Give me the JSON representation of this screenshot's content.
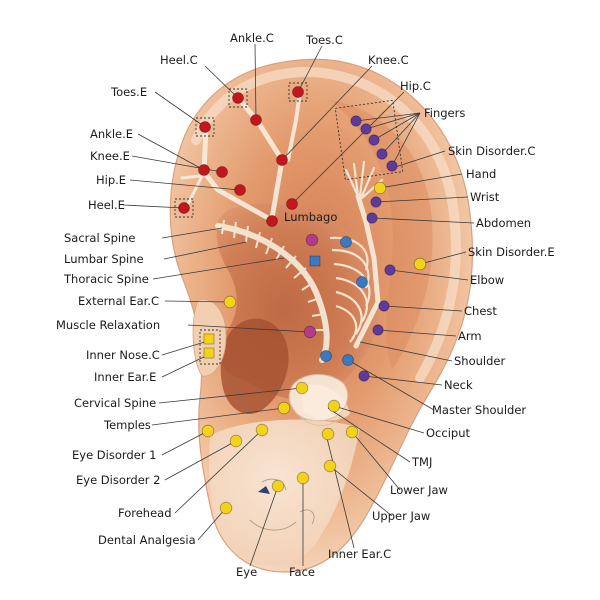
{
  "colors": {
    "heel_toes_dot": "#c4161c",
    "spine_dot_purple": "#b23a8a",
    "arm_dot_violet": "#5d3a9b",
    "blue_dot": "#3a79c4",
    "yellow_dot": "#f3d21a",
    "skin_outer": "#f6dcc3",
    "skin_mid": "#e8a377",
    "skin_deep": "#c8714a"
  },
  "labels": {
    "ankle_c": "Ankle.C",
    "toes_c": "Toes.C",
    "heel_c": "Heel.C",
    "knee_c": "Knee.C",
    "toes_e": "Toes.E",
    "hip_c": "Hip.C",
    "fingers": "Fingers",
    "ankle_e": "Ankle.E",
    "skin_disorder_c": "Skin Disorder.C",
    "knee_e": "Knee.E",
    "hand": "Hand",
    "hip_e": "Hip.E",
    "wrist": "Wrist",
    "heel_e": "Heel.E",
    "lumbago": "Lumbago",
    "abdomen": "Abdomen",
    "sacral_spine": "Sacral Spine",
    "skin_disorder_e": "Skin Disorder.E",
    "lumbar_spine": "Lumbar Spine",
    "thoracic_spine": "Thoracic Spine",
    "elbow": "Elbow",
    "external_ear_c": "External Ear.C",
    "chest": "Chest",
    "muscle_relaxation": "Muscle Relaxation",
    "arm": "Arm",
    "inner_nose_c": "Inner Nose.C",
    "shoulder": "Shoulder",
    "inner_ear_e": "Inner Ear.E",
    "neck": "Neck",
    "cervical_spine": "Cervical Spine",
    "master_shoulder": "Master Shoulder",
    "temples": "Temples",
    "occiput": "Occiput",
    "eye_disorder_1": "Eye Disorder 1",
    "tmj": "TMJ",
    "eye_disorder_2": "Eye Disorder 2",
    "lower_jaw": "Lower Jaw",
    "forehead": "Forehead",
    "upper_jaw": "Upper Jaw",
    "dental_analgesia": "Dental Analgesia",
    "inner_ear_c": "Inner Ear.C",
    "eye": "Eye",
    "face": "Face"
  }
}
